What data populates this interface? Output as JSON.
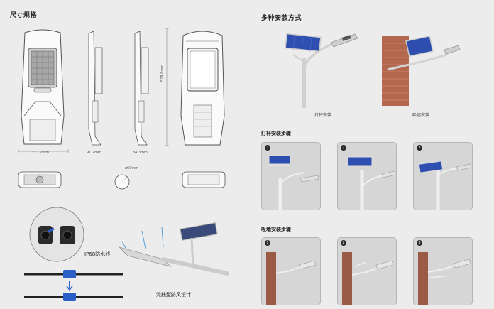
{
  "left": {
    "title": "尺寸规格",
    "dims": {
      "width_front": "217.2mm",
      "depth_side": "91.7mm",
      "depth_side2": "84.3mm",
      "height": "529.8mm",
      "pole_diameter": "ø60mm"
    },
    "callouts": {
      "waterproof": "IP68防水线",
      "streamline": "流线型防风设计"
    }
  },
  "right": {
    "title": "多种安装方式",
    "install_types": [
      {
        "caption": "灯杆安装"
      },
      {
        "caption": "吸墙安装"
      }
    ],
    "pole_steps": {
      "title": "灯杆安装步骤",
      "steps": [
        "1",
        "2",
        "3"
      ]
    },
    "wall_steps": {
      "title": "吸墙安装步骤",
      "steps": [
        "1",
        "2",
        "3"
      ]
    }
  },
  "colors": {
    "background": "#ececec",
    "panel_blue": "#2f4fb0",
    "connector_blue": "#2a5fc8",
    "brick": "#9a5a45"
  }
}
